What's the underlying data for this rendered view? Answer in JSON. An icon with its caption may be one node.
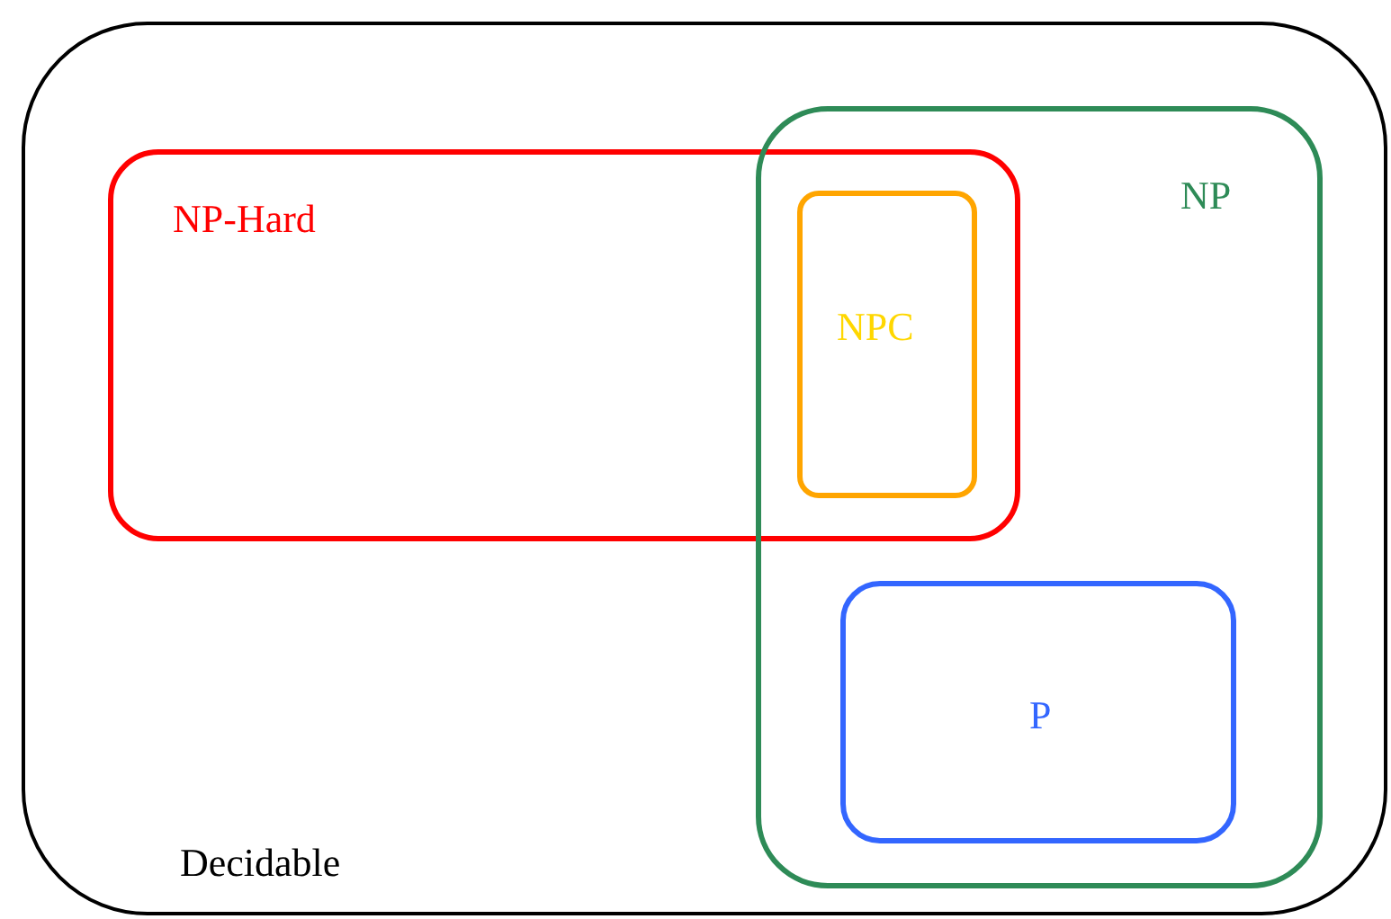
{
  "diagram": {
    "nodes": [
      {
        "text": [
          "Decidable"
        ]
      },
      {
        "text": [
          "NP-Hard"
        ],
        "in": 0
      },
      {
        "text": [
          "NP"
        ],
        "in": 0
      },
      {
        "text": [
          "NPC"
        ]
      },
      {
        "text": [
          "P"
        ],
        "in": 2
      }
    ]
  }
}
